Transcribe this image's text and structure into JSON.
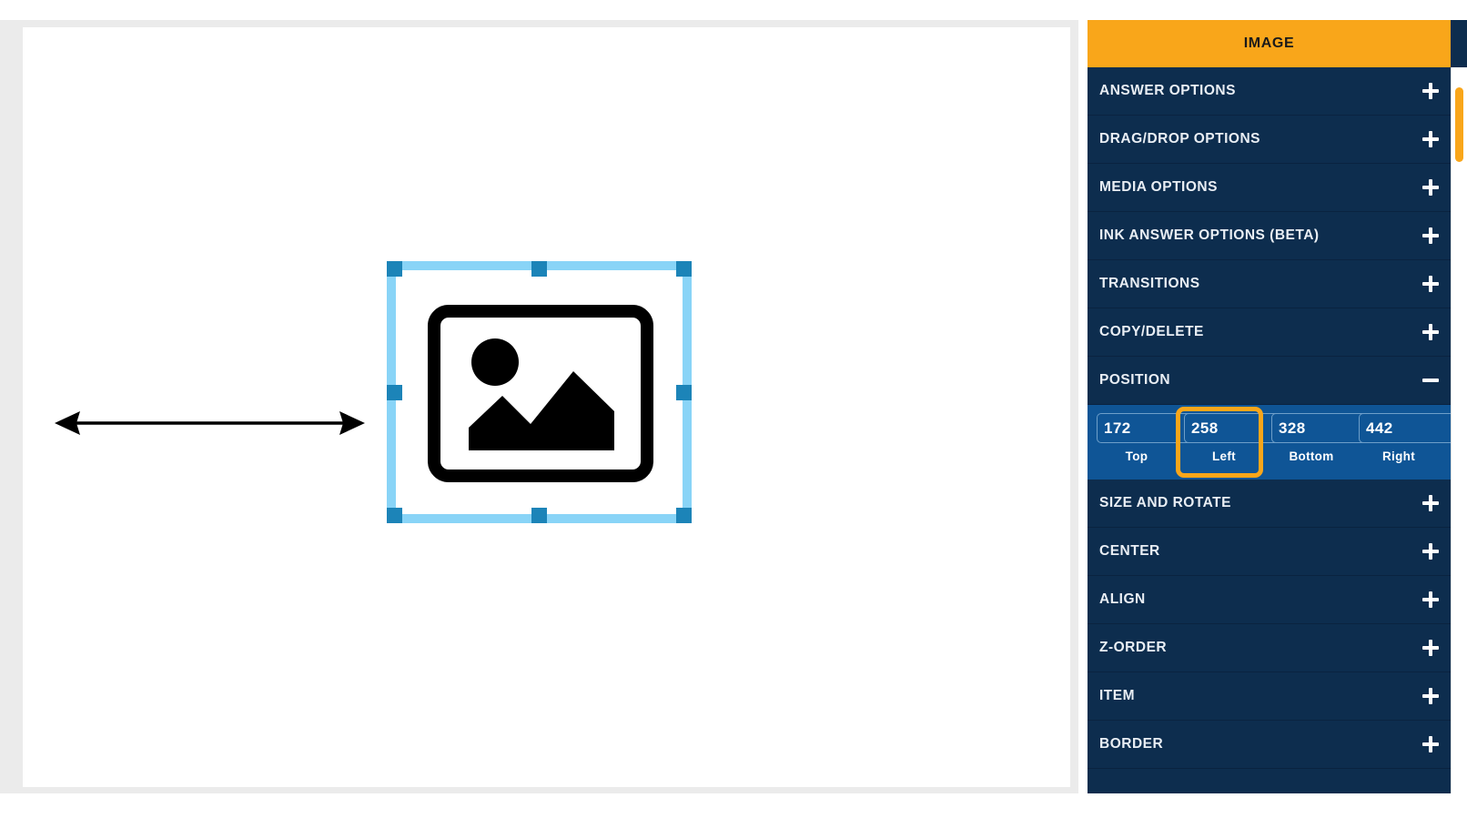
{
  "panel": {
    "title": "IMAGE",
    "accent_color": "#f9a61a",
    "background_color": "#0d2d4e",
    "expanded_background_color": "#0f5596",
    "sections": [
      {
        "label": "ANSWER OPTIONS",
        "state": "collapsed",
        "toggle": "plus-icon"
      },
      {
        "label": "DRAG/DROP OPTIONS",
        "state": "collapsed",
        "toggle": "plus-icon"
      },
      {
        "label": "MEDIA OPTIONS",
        "state": "collapsed",
        "toggle": "plus-icon"
      },
      {
        "label": "INK ANSWER OPTIONS (BETA)",
        "state": "collapsed",
        "toggle": "plus-icon"
      },
      {
        "label": "TRANSITIONS",
        "state": "collapsed",
        "toggle": "plus-icon"
      },
      {
        "label": "COPY/DELETE",
        "state": "collapsed",
        "toggle": "plus-icon"
      },
      {
        "label": "POSITION",
        "state": "expanded",
        "toggle": "minus-icon"
      },
      {
        "label": "SIZE AND ROTATE",
        "state": "collapsed",
        "toggle": "plus-icon"
      },
      {
        "label": "CENTER",
        "state": "collapsed",
        "toggle": "plus-icon"
      },
      {
        "label": "ALIGN",
        "state": "collapsed",
        "toggle": "plus-icon"
      },
      {
        "label": "Z-ORDER",
        "state": "collapsed",
        "toggle": "plus-icon"
      },
      {
        "label": "ITEM",
        "state": "collapsed",
        "toggle": "plus-icon"
      },
      {
        "label": "BORDER",
        "state": "collapsed",
        "toggle": "plus-icon"
      }
    ],
    "position": {
      "fields": [
        {
          "caption": "Top",
          "value": "172",
          "highlighted": false
        },
        {
          "caption": "Left",
          "value": "258",
          "highlighted": true
        },
        {
          "caption": "Bottom",
          "value": "328",
          "highlighted": false
        },
        {
          "caption": "Right",
          "value": "442",
          "highlighted": false
        }
      ],
      "highlight_color": "#f9a61a"
    },
    "scrollbar": {
      "thumb_color": "#f9a61a"
    }
  },
  "canvas": {
    "background_color": "#ffffff",
    "surround_color": "#ebebeb",
    "selection": {
      "frame_color": "#89d4f7",
      "handle_color": "#1c84b8",
      "object_type": "image-placeholder"
    },
    "annotation": {
      "type": "double-headed-arrow",
      "orientation": "horizontal",
      "color": "#000000"
    }
  }
}
